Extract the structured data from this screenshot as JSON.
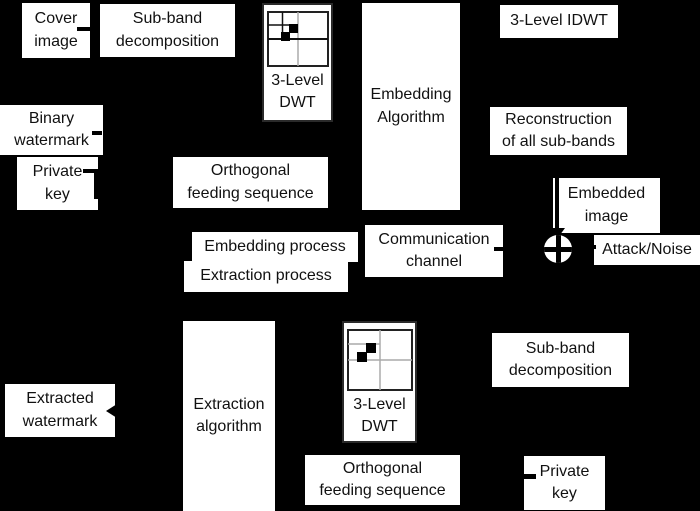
{
  "colors": {
    "background": "#000000",
    "box_fill": "#ffffff",
    "text": "#111111",
    "box_border": "#2a2a2a",
    "grid_minor_line": "#aaaaaa"
  },
  "boxes": {
    "cover_image": "Cover\nimage",
    "subband_decomposition_top": "Sub-band\ndecomposition",
    "dwt_top": "3-Level\nDWT",
    "embedding_algorithm": "Embedding\nAlgorithm",
    "idwt": "3-Level IDWT",
    "binary_watermark": "Binary\nwatermark",
    "private_key_top": "Private\nkey",
    "orthogonal_feeding_top": "Orthogonal\nfeeding sequence",
    "reconstruction": "Reconstruction\nof all sub-bands",
    "embedded_image": "Embedded\nimage",
    "legend_embedding": "Embedding process",
    "legend_extraction": "Extraction process",
    "communication_channel": "Communication\nchannel",
    "attack_noise": "Attack/Noise",
    "extraction_algorithm": "Extraction\nalgorithm",
    "dwt_bottom": "3-Level\nDWT",
    "subband_decomposition_bottom": "Sub-band\ndecomposition",
    "extracted_watermark": "Extracted\nwatermark",
    "orthogonal_feeding_bottom": "Orthogonal\nfeeding sequence",
    "private_key_bottom": "Private\nkey"
  },
  "icons": {
    "dwt_grid": "dwt-subband-grid-icon",
    "combiner": "xor-circle-plus-icon",
    "embed_arrow": "down-arrow-icon",
    "extract_arrow": "left-arrowhead-icon"
  }
}
